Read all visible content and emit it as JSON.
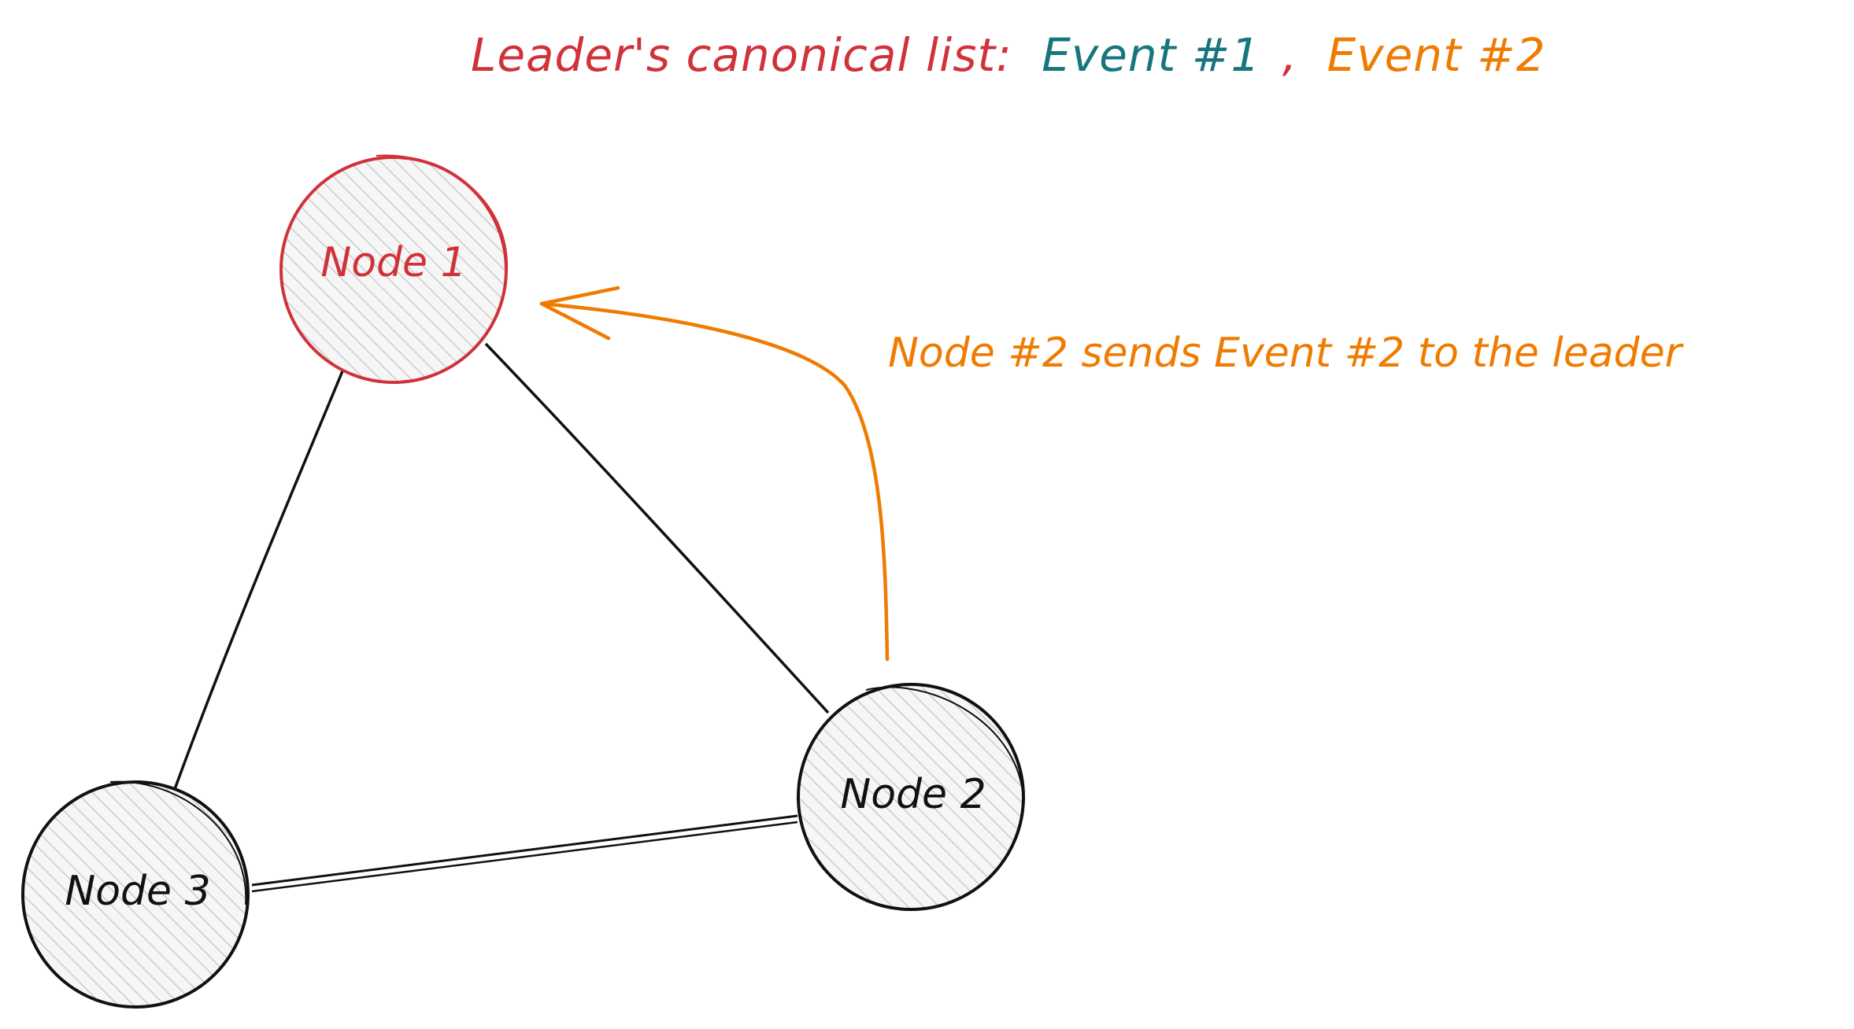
{
  "title": {
    "prefix": "Leader's canonical list:",
    "event1": "Event #1",
    "separator": ",",
    "event2": "Event #2"
  },
  "nodes": [
    {
      "id": "node-1",
      "label": "Node 1",
      "role": "leader"
    },
    {
      "id": "node-2",
      "label": "Node 2",
      "role": "follower"
    },
    {
      "id": "node-3",
      "label": "Node 3",
      "role": "follower"
    }
  ],
  "edges": [
    {
      "from": "node-1",
      "to": "node-2"
    },
    {
      "from": "node-1",
      "to": "node-3"
    },
    {
      "from": "node-2",
      "to": "node-3"
    }
  ],
  "message": {
    "from": "node-2",
    "to": "node-1",
    "label": "Node #2 sends Event #2 to the leader"
  },
  "colors": {
    "leader": "#d0323a",
    "teal": "#16767c",
    "orange": "#ef7b00",
    "ink": "#111111",
    "fill": "#e6e6e6"
  }
}
